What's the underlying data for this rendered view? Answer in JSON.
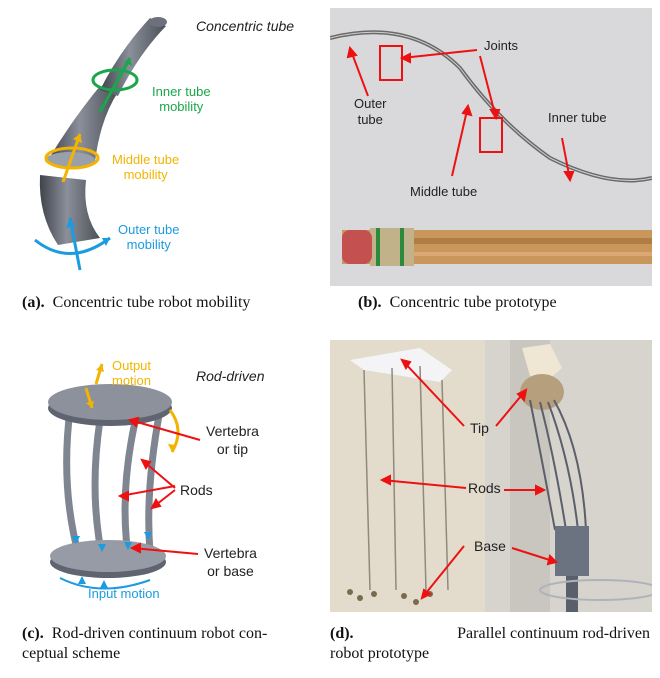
{
  "panels": {
    "a": {
      "header": "Concentric tube",
      "inner_label": [
        "Inner tube",
        "mobility"
      ],
      "middle_label": [
        "Middle tube",
        "mobility"
      ],
      "outer_label": [
        "Outer tube",
        "mobility"
      ],
      "caption_tag": "(a).",
      "caption_text": "Concentric tube robot mobility",
      "colors": {
        "inner": "#1aa64a",
        "middle": "#f2b400",
        "outer": "#1b9be0",
        "tube": "#5f6470"
      }
    },
    "b": {
      "joints": "Joints",
      "outer": [
        "Outer",
        "tube"
      ],
      "inner": "Inner tube",
      "middle": "Middle tube",
      "caption_tag": "(b).",
      "caption_text": "Concentric tube prototype"
    },
    "c": {
      "header": "Rod-driven",
      "output": [
        "Output",
        "motion"
      ],
      "vertebra_tip": [
        "Vertebra",
        "or tip"
      ],
      "rods": "Rods",
      "vertebra_base": [
        "Vertebra",
        "or base"
      ],
      "input": "Input motion",
      "caption_tag": "(c).",
      "caption_text": "Rod-driven continuum robot con-",
      "caption_text2": "ceptual scheme"
    },
    "d": {
      "tip": "Tip",
      "rods": "Rods",
      "base": "Base",
      "caption_tag": "(d).",
      "caption_text": "Parallel continuum rod-driven",
      "caption_text2": "robot prototype"
    }
  }
}
